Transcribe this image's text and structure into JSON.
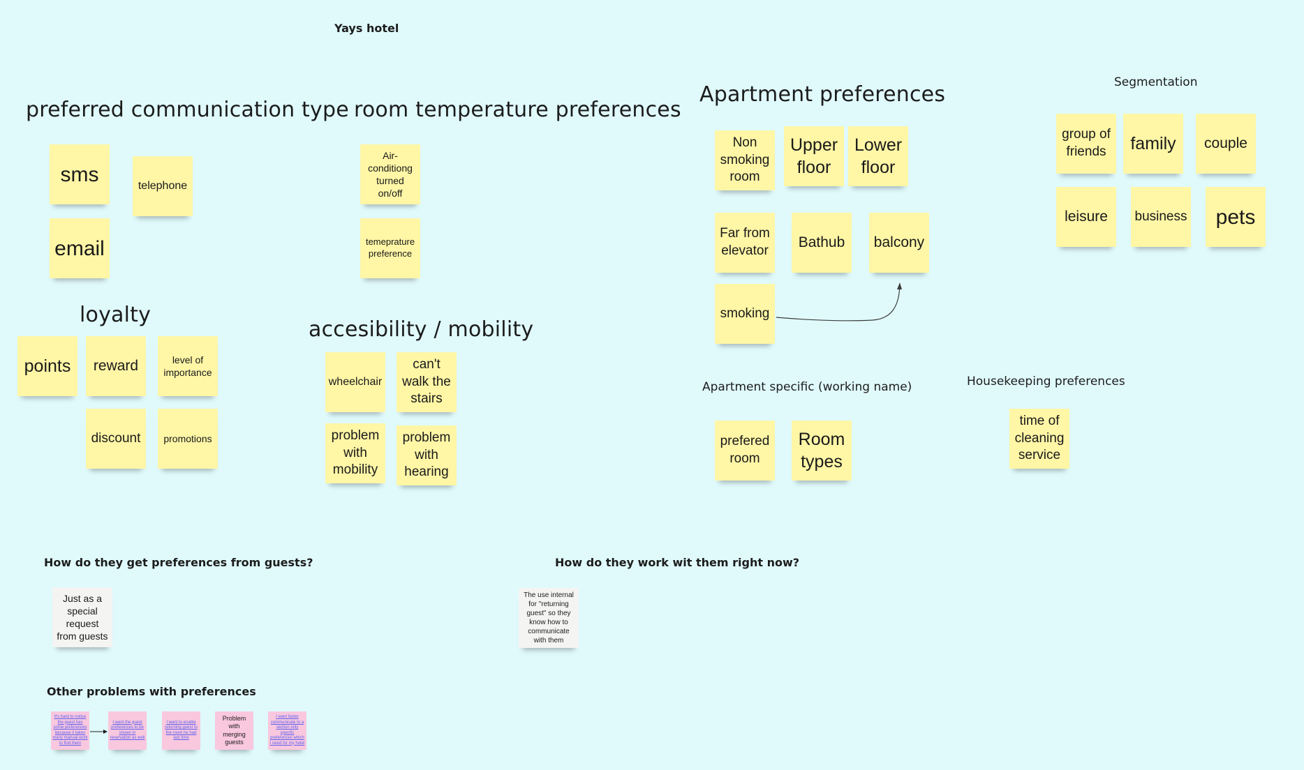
{
  "board": {
    "title": "Yays hotel",
    "communication": {
      "heading": "preferred communication type",
      "notes": [
        "sms",
        "telephone",
        "email"
      ]
    },
    "temperature": {
      "heading": "room temperature preferences",
      "notes": [
        "Air-conditiong turned on/off",
        "temeprature preference"
      ]
    },
    "apartment": {
      "heading": "Apartment preferences",
      "notes": [
        "Non smoking room",
        "Upper floor",
        "Lower floor",
        "Far from elevator",
        "Bathub",
        "balcony",
        "smoking"
      ]
    },
    "segmentation": {
      "heading": "Segmentation",
      "notes": [
        "group of friends",
        "family",
        "couple",
        "leisure",
        "business",
        "pets"
      ]
    },
    "loyalty": {
      "heading": "loyalty",
      "notes": [
        "points",
        "reward",
        "level of importance",
        "discount",
        "promotions"
      ]
    },
    "accessibility": {
      "heading": "accesibility / mobility",
      "notes": [
        "wheelchair",
        "can't walk the stairs",
        "problem with mobility",
        "problem with hearing"
      ]
    },
    "apartment_specific": {
      "heading": "Apartment specific (working name)",
      "notes": [
        "prefered room",
        "Room types"
      ]
    },
    "housekeeping": {
      "heading": "Housekeeping preferences",
      "notes": [
        "time of cleaning service"
      ]
    },
    "get_preferences": {
      "heading": "How do they get preferences from guests?",
      "notes": [
        "Just as a special request from guests"
      ]
    },
    "work_with": {
      "heading": "How do they work wit them right now?",
      "notes": [
        "The use internal for \"returning guest\" so they know how to communicate with them"
      ]
    },
    "other_problems": {
      "heading": "Other problems with preferences",
      "notes": [
        "It's hard to notice the guest has some preferences because it takes many manual work to find them",
        "I want the guest preferences to be shown in reservation as well",
        "I want to enable returning guest to the room he had last time",
        "Problem with merging guests",
        "I want faster communicate to a section only specific preferences which I need for my hotel"
      ]
    }
  }
}
